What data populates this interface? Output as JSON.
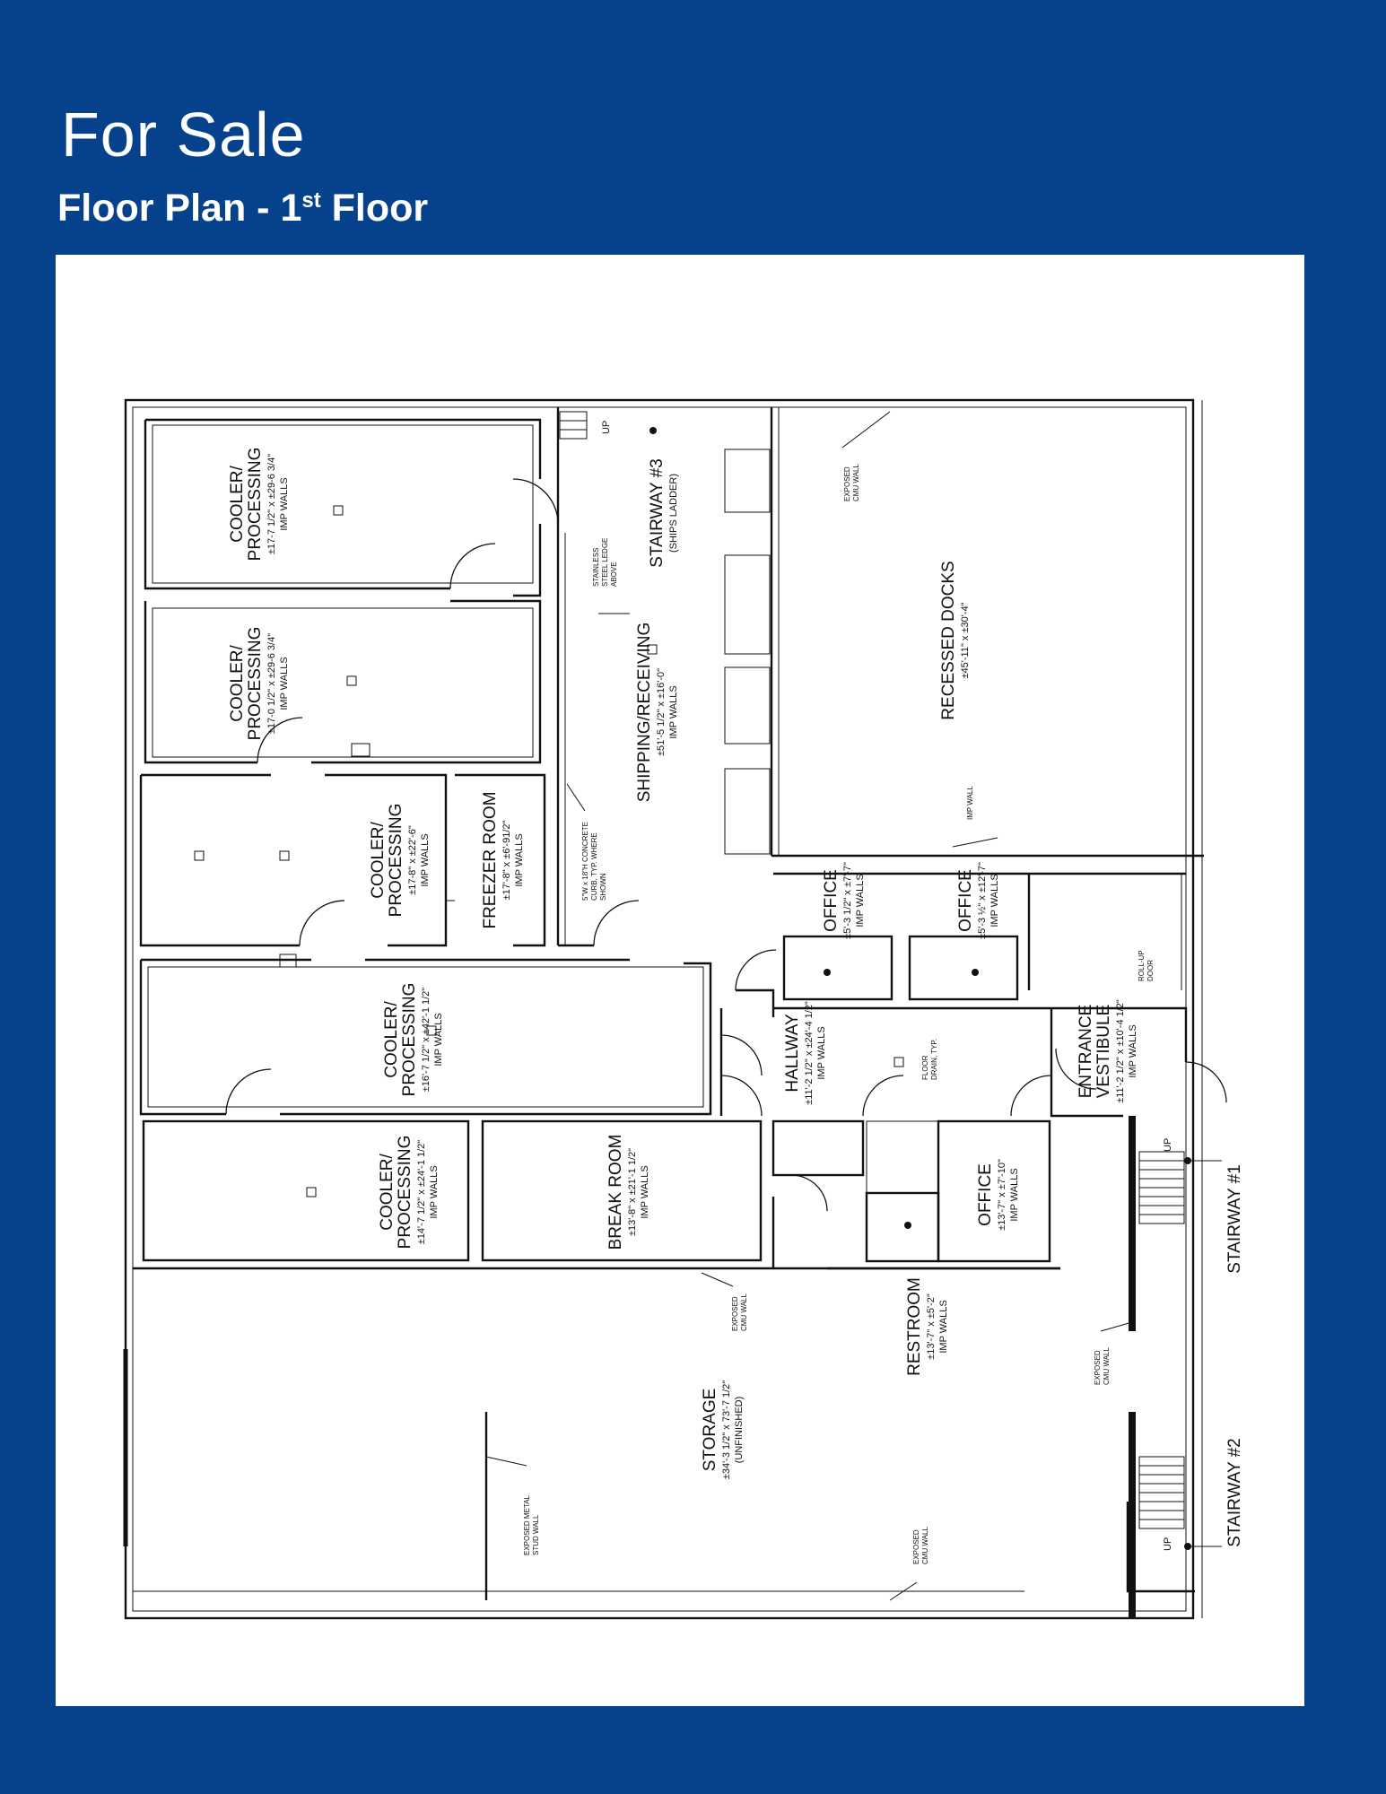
{
  "header": {
    "title": "For Sale",
    "subtitle": "Floor Plan - 1",
    "subtitle_sup": "st",
    "subtitle_end": " Floor"
  },
  "colors": {
    "background": "#06428c",
    "panel": "#ffffff",
    "ink": "#111111"
  },
  "rooms": [
    {
      "id": "cooler1",
      "name1": "COOLER/",
      "name2": "PROCESSING",
      "dim": "±17-7 1/2\" x ±29-6 3/4\"",
      "walls": "IMP WALLS"
    },
    {
      "id": "cooler2",
      "name1": "COOLER/",
      "name2": "PROCESSING",
      "dim": "±17-0 1/2\" x ±29-6 3/4\"",
      "walls": "IMP WALLS"
    },
    {
      "id": "cooler3",
      "name1": "COOLER/",
      "name2": "PROCESSING",
      "dim": "±17-8\" x ±22'-6\"",
      "walls": "IMP WALLS"
    },
    {
      "id": "freezer",
      "name1": "FREEZER ROOM",
      "dim": "±17'-8\" x ±6'-91/2\"",
      "walls": "IMP WALLS"
    },
    {
      "id": "cooler4",
      "name1": "COOLER/",
      "name2": "PROCESSING",
      "dim": "±16'-7 1/2\" x ±42'-1 1/2\"",
      "walls": "IMP WALLS"
    },
    {
      "id": "cooler5",
      "name1": "COOLER/",
      "name2": "PROCESSING",
      "dim": "±14'-7 1/2\" x ±24'-1 1/2\"",
      "walls": "IMP WALLS"
    },
    {
      "id": "breakroom",
      "name1": "BREAK ROOM",
      "dim": "±13'-8\" x ±21'-1 1/2\"",
      "walls": "IMP WALLS"
    },
    {
      "id": "stairway3",
      "name1": "STAIRWAY #3",
      "name2": "(SHIPS LADDER)"
    },
    {
      "id": "shipping",
      "name1": "SHIPPING/RECEIVING",
      "dim": "±51'-5 1/2\" x ±16'-0\"",
      "walls": "IMP WALLS"
    },
    {
      "id": "docks",
      "name1": "RECESSED DOCKS",
      "dim": "±45'-11\" x ±30'-4\""
    },
    {
      "id": "office1",
      "name1": "OFFICE",
      "dim": "±5'-3 1/2\" x ±7'-7\"",
      "walls": "IMP WALLS"
    },
    {
      "id": "office2",
      "name1": "OFFICE",
      "dim": "±5'-3 ½\" x ±12'-7\"",
      "walls": "IMP WALLS"
    },
    {
      "id": "hallway",
      "name1": "HALLWAY",
      "dim": "±11'-2 1/2\" x ±24'-4 1/2\"",
      "walls": "IMP WALLS"
    },
    {
      "id": "entrance",
      "name1": "ENTRANCE",
      "name2": "VESTIBULE",
      "dim": "±11'-2 1/2\" x ±10'-4 1/2\"",
      "walls": "IMP WALLS"
    },
    {
      "id": "office3",
      "name1": "OFFICE",
      "dim": "±13'-7\" x ±7'-10\"",
      "walls": "IMP WALLS"
    },
    {
      "id": "restroom",
      "name1": "RESTROOM",
      "dim": "±13'-7\" x ±5'-2\"",
      "walls": "IMP WALLS"
    },
    {
      "id": "stairway1",
      "name1": "STAIRWAY #1"
    },
    {
      "id": "stairway2",
      "name1": "STAIRWAY #2"
    },
    {
      "id": "storage",
      "name1": "STORAGE",
      "dim": "±34'-3 1/2\" x 73'-7 1/2\"",
      "walls": "(UNFINISHED)"
    }
  ],
  "notes": {
    "ledge": [
      "STAINLESS",
      "STEEL LEDGE",
      "ABOVE"
    ],
    "curb": [
      "5\"W x 18\"H CONCRETE",
      "CURB, TYP. WHERE",
      "SHOWN"
    ],
    "cmu_docks": [
      "EXPOSED",
      "CMU WALL"
    ],
    "imp_wall": "IMP WALL",
    "rollup": [
      "ROLL-UP",
      "DOOR"
    ],
    "floor_drain": [
      "FLOOR",
      "DRAIN, TYP."
    ],
    "cmu_storage": [
      "EXPOSED",
      "CMU WALL"
    ],
    "cmu_stair": [
      "EXPOSED",
      "CMU WALL"
    ],
    "metal_stud": [
      "EXPOSED METAL",
      "STUD WALL"
    ],
    "cmu_bottom": [
      "EXPOSED",
      "CMU WALL"
    ],
    "up": "UP"
  }
}
